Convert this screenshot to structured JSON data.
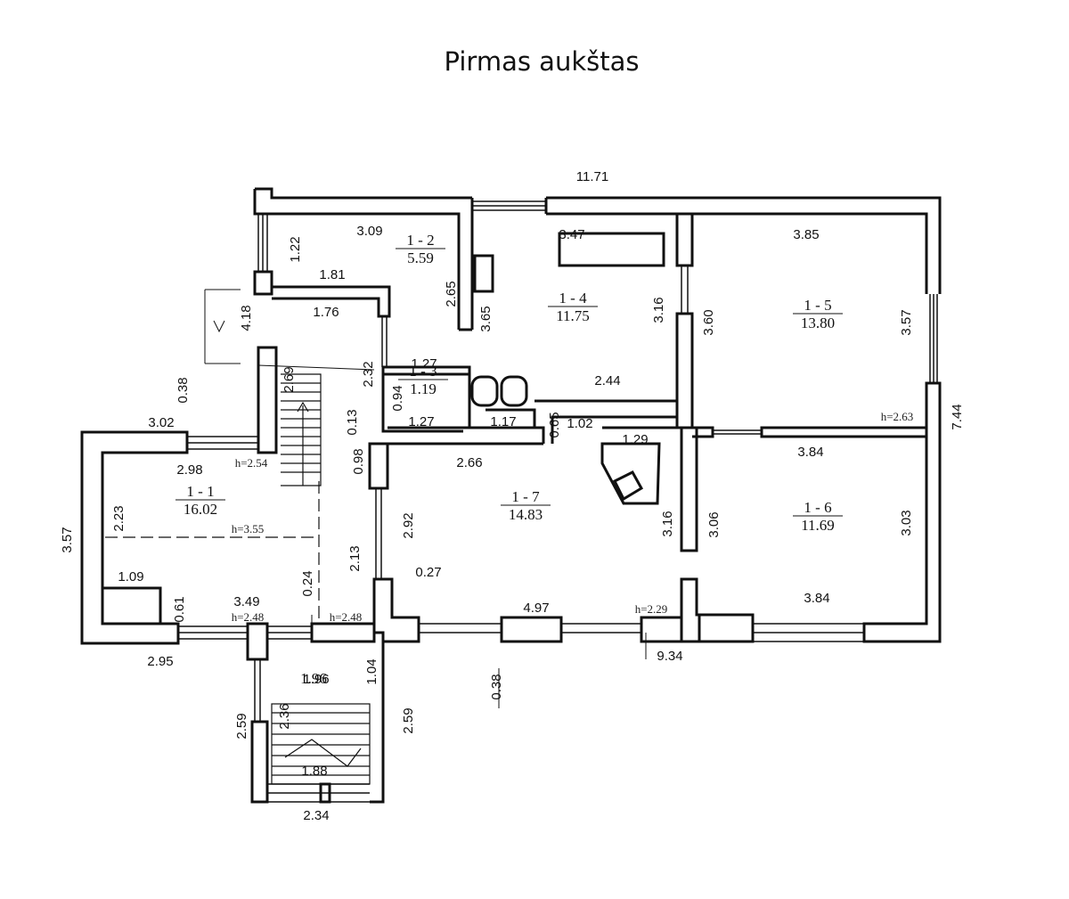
{
  "title": "Pirmas aukštas",
  "rooms": [
    {
      "id": "1 - 1",
      "area": "16.02"
    },
    {
      "id": "1 - 2",
      "area": "5.59"
    },
    {
      "id": "1 - 3",
      "area": "1.19"
    },
    {
      "id": "1 - 4",
      "area": "11.75"
    },
    {
      "id": "1 - 5",
      "area": "13.80"
    },
    {
      "id": "1 - 6",
      "area": "11.69"
    },
    {
      "id": "1 - 7",
      "area": "14.83"
    },
    {
      "id": "",
      "area": "1.96"
    }
  ],
  "heights": [
    "h=2.54",
    "h=3.55",
    "h=2.48",
    "h=2.48",
    "h=2.29",
    "h=2.63"
  ],
  "dimensions": {
    "horizontal": [
      "11.71",
      "3.09",
      "3.47",
      "3.85",
      "1.81",
      "1.76",
      "1.27",
      "2.44",
      "1.17",
      "1.27",
      "1.02",
      "1.29",
      "2.66",
      "3.84",
      "3.02",
      "2.98",
      "1.09",
      "3.49",
      "0.27",
      "4.97",
      "3.84",
      "2.95",
      "9.34",
      "1.96",
      "1.88",
      "2.34"
    ],
    "vertical": [
      "1.22",
      "4.18",
      "2.65",
      "3.65",
      "3.16",
      "3.60",
      "3.57",
      "7.44",
      "0.38",
      "2.69",
      "2.32",
      "0.94",
      "0.65",
      "0.13",
      "0.98",
      "2.23",
      "2.92",
      "3.16",
      "3.06",
      "3.03",
      "3.57",
      "2.13",
      "0.24",
      "0.61",
      "1.04",
      "0.38",
      "2.59",
      "2.36",
      "2.59"
    ]
  },
  "colors": {
    "line": "#111111",
    "background": "#ffffff"
  }
}
